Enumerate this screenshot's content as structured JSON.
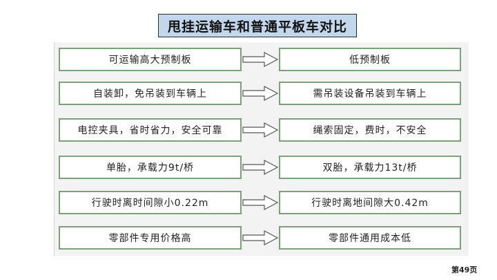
{
  "title": "甩挂运输车和普通平板车对比",
  "rows": [
    {
      "left": "可运输高大预制板",
      "right": "低预制板"
    },
    {
      "left": "自装卸，免吊装到车辆上",
      "right": "需吊装设备吊装到车辆上"
    },
    {
      "left": "电控夹具，省时省力，安全可靠",
      "right": "绳索固定，费时，不安全"
    },
    {
      "left": "单胎，承载力9t/桥",
      "right": "双胎，承载力13t/桥"
    },
    {
      "left": "行驶时离时间隙小0.22m",
      "right": "行驶时离地间隙大0.42m"
    },
    {
      "left": "零部件专用价格高",
      "right": "零部件通用成本低"
    }
  ],
  "page_number": "第49页"
}
